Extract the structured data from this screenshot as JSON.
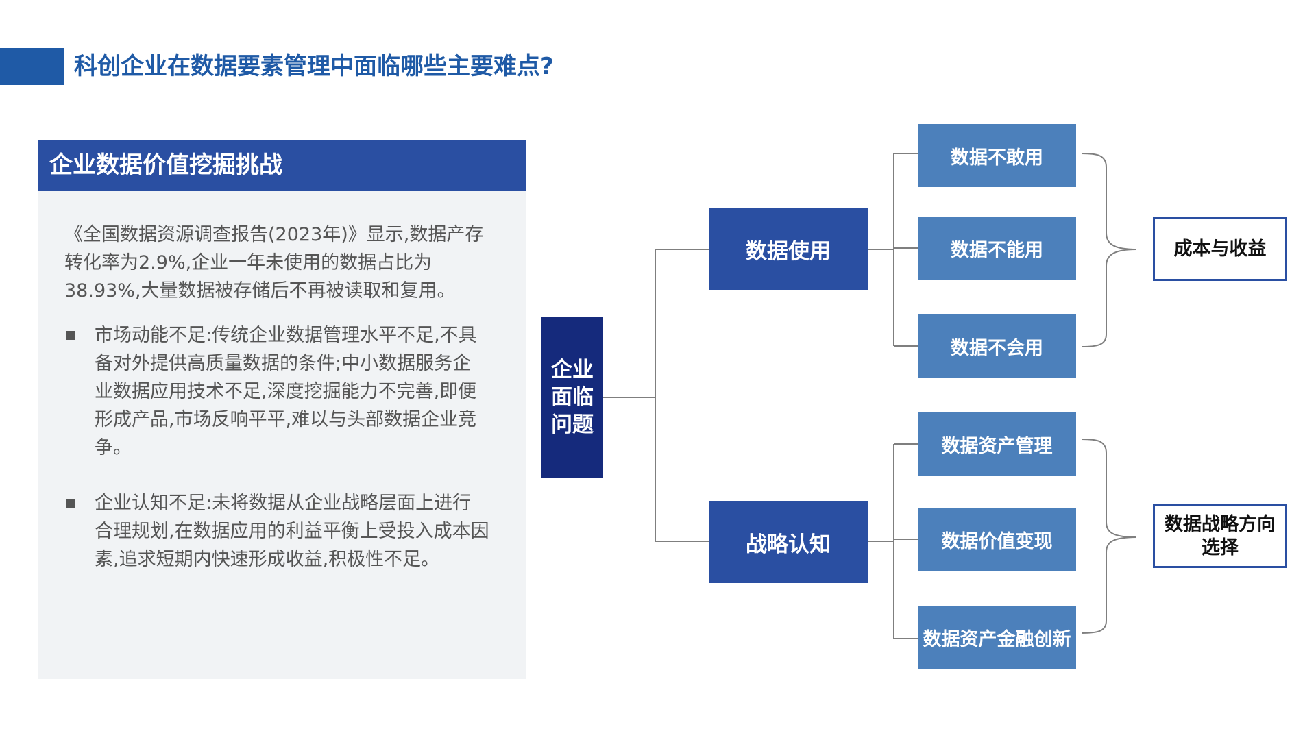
{
  "header": {
    "title": "科创企业在数据要素管理中面临哪些主要难点?"
  },
  "panel": {
    "heading": "企业数据价值挖掘挑战",
    "intro": "《全国数据资源调查报告(2023年)》显示,数据产存转化率为2.9%,企业一年未使用的数据占比为38.93%,大量数据被存储后不再被读取和复用。",
    "bullets": [
      {
        "text": "市场动能不足:传统企业数据管理水平不足,不具备对外提供高质量数据的条件;中小数据服务企业数据应用技术不足,深度挖掘能力不完善,即便形成产品,市场反响平平,难以与头部数据企业竞争。"
      },
      {
        "text": "企业认知不足:未将数据从企业战略层面上进行合理规划,在数据应用的利益平衡上受投入成本因素,追求短期内快速形成收益,积极性不足。"
      }
    ]
  },
  "diagram": {
    "root": "企业面临问题",
    "branches": [
      {
        "label": "数据使用",
        "items": [
          "数据不敢用",
          "数据不能用",
          "数据不会用"
        ],
        "result": "成本与收益"
      },
      {
        "label": "战略认知",
        "items": [
          "数据资产管理",
          "数据价值变现",
          "数据资产金融创新"
        ],
        "result": "数据战略方向选择"
      }
    ]
  },
  "colors": {
    "accent": "#1f5aa6",
    "root_fill": "#152a7c",
    "level1_fill": "#2a4fa2",
    "level2_fill": "#4c80bb",
    "panel_bg": "#f1f3f5",
    "connector": "#7f7f7f"
  }
}
